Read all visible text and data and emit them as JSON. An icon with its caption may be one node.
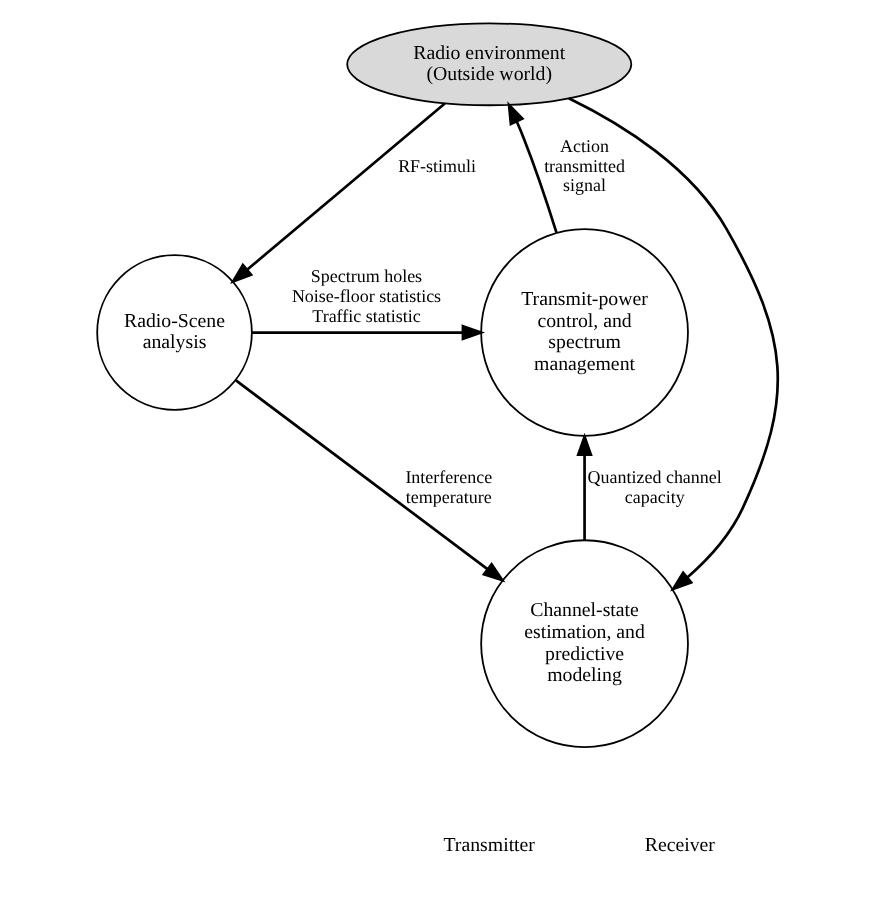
{
  "diagram": {
    "nodes": [
      {
        "text": [
          "Radio environment",
          "(Outside world)"
        ]
      },
      {
        "text": [
          "Radio-Scene analysis"
        ]
      },
      {
        "text": [
          "Transmit-power control, and spectrum management"
        ]
      },
      {
        "text": [
          "Channel-state estimation, and predictive modeling"
        ]
      }
    ],
    "edges": [
      {
        "from": 0,
        "to": 1,
        "arrow": "to",
        "label": "RF-stimuli"
      },
      {
        "from": 1,
        "to": 2,
        "arrow": "to",
        "label": "Spectrum holes Noise-floor statistics Traffic statistic"
      },
      {
        "from": 1,
        "to": 3,
        "arrow": "to",
        "label": "Interference temperature"
      },
      {
        "from": 0,
        "to": 3,
        "arrow": "to"
      },
      {
        "from": 3,
        "to": 2,
        "arrow": "to",
        "label": "Quantized channel capacity"
      },
      {
        "from": 2,
        "to": 0,
        "arrow": "to",
        "label": "Action transmitted signal"
      }
    ],
    "labels": [
      "Transmitter",
      "Receiver"
    ]
  }
}
